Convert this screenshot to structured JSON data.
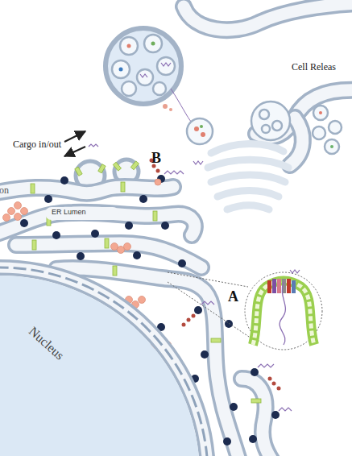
{
  "diagram": {
    "nodes": [
      {
        "text": [
          "ER Lumen"
        ]
      },
      {
        "text": [
          "Nucleus"
        ]
      }
    ],
    "labels": [
      "Cell Releas",
      "Cargo in/out",
      "B",
      "on",
      "A"
    ]
  }
}
